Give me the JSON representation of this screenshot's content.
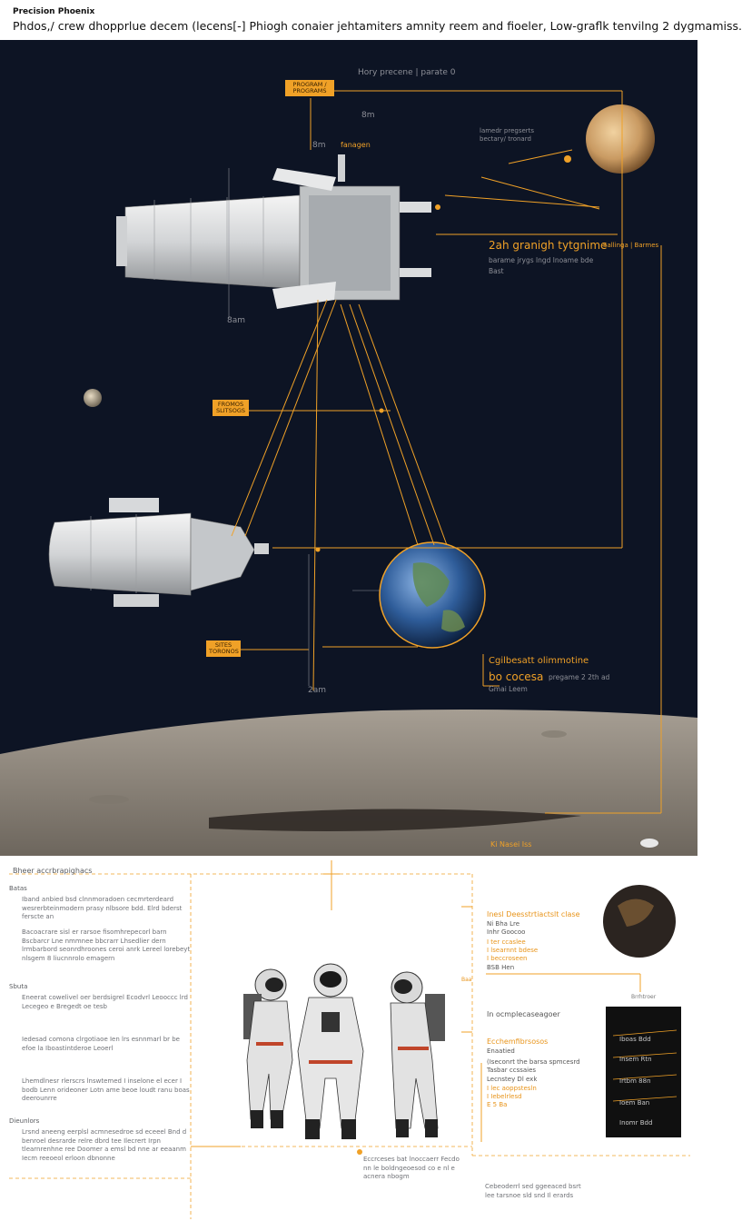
{
  "header": {
    "kicker": "Precision Phoenix",
    "headline": "Phdos,/ crew dhopprlue decem (lecens[-] Phiogh conaier jehtamiters amnity reem and fioeler, Low-graflk tenvilng 2 dygmamiss."
  },
  "space_labels": {
    "top_center": "Hory precene | parate 0",
    "tag_top": "PROGRAM / PROGRAMS",
    "dim_8m": "8m",
    "dim_8m_b": "8m",
    "dim_label_mid": "fanagen",
    "dim_side": "8am",
    "planet_note": "lamedr pregserts bectary/ tronard",
    "main_title": "2ah granigh tytgnime",
    "main_sub": "barame jrygs lngd lnoame bde",
    "main_sub2": "Bast",
    "right_note": "Sallinga | Barmes",
    "tag_mid": "FROMOS SLITSOGS",
    "tag_low": "SITES TORONOS",
    "dim_2am": "2am",
    "earth_title": "Cgilbesatt olimmotine",
    "earth_big": "bo cocesa",
    "earth_side": "pregame 2 2th ad",
    "earth_sub": "Gmai Leem",
    "bottom_tag": "Ki Nasei Iss"
  },
  "lower": {
    "header": "Bheer accrbrapighacs",
    "left_sections": [
      {
        "title": "Batas",
        "text": "Iband anbied bsd clnnmoradoen cecmrterdeard wesrerbteinmodern prasy nlbsore bdd. Elrd bderst ferscte an"
      },
      {
        "title": "",
        "text": "Bacoacrare sisl er rarsoe fisomhrepecorl barn Bscbarcr Lne nmmnee bbcrarr Lhsedlier dern lrmbarbord seonrdhroones ceroi anrk Lereel lorebeyt nlsgem 8 liucnnrolo emagern"
      },
      {
        "title": "Sbuta",
        "text": "Eneerat cowelivel oer berdsigrel Ecodvrl Leooccc lrd Lecegeo e Bregedt oe tesb"
      },
      {
        "title": "",
        "text": "Iedesad comona clrgotiaoe Ien lrs esnnmarl br be efoe la Iboastintderoe Leoerl"
      },
      {
        "title": "",
        "text": "Lhemdlnesr rlerscrs lnswtemed I inselone el ecer I bodb Lenn orideoner Lotn ame beoe loudt ranu boas deerounrre"
      },
      {
        "title": "Dieunlors",
        "text": "Lrsnd aneeng eerplsl acmnesedroe sd eceeel Bnd d benroel desrarde relre dbrd tee Ilecrert Irpn tlearnrenhne ree Doomer a emsl bd nne ar eeaanm Iecm reeoeol erloon dbnonne"
      }
    ],
    "caption": "Eccrceses bat lnoccaerr Fecdo nn le boldngeoesod co e nl e acnera nbogm",
    "right_lines": [
      {
        "text": "Inesl Deesstrtiactslt clase",
        "orange": true
      },
      {
        "text": "Ni Bha Lre",
        "orange": false
      },
      {
        "text": "Inhr Goocoo",
        "orange": false
      },
      {
        "text": "I ter ccaslee",
        "orange": true
      },
      {
        "text": "I lsearnnt bdese",
        "orange": true
      },
      {
        "text": "I beccroseen",
        "orange": true
      },
      {
        "text": "BSB Hen",
        "orange": false
      },
      {
        "text": "In ocmplecaseagoer",
        "orange": false
      },
      {
        "text": "Ecchemfibrsosos",
        "orange": true
      },
      {
        "text": "Enaatied",
        "orange": false
      },
      {
        "text": "(Iseconrt the barsa spmcesrd",
        "orange": false
      },
      {
        "text": "Tasbar ccssaies",
        "orange": false
      },
      {
        "text": "Lecnstey Dl exk",
        "orange": false
      },
      {
        "text": "I lec aoppstesln",
        "orange": true
      },
      {
        "text": "I Iebelrlesd",
        "orange": true
      },
      {
        "text": "E 5 Ba",
        "orange": true
      }
    ],
    "right_bottom": "Cebeoderrl sed ggeeaced bsrt lee tarsnoe sld snd Il erards",
    "right_top_tag": "Brrhtroer",
    "panel_rows": [
      "Iboas Bdd",
      "Insem Rtn",
      "Irtbm 88n",
      "Ioem Ban",
      "Inomr Bdd"
    ],
    "right_section_tag": "Baa"
  }
}
